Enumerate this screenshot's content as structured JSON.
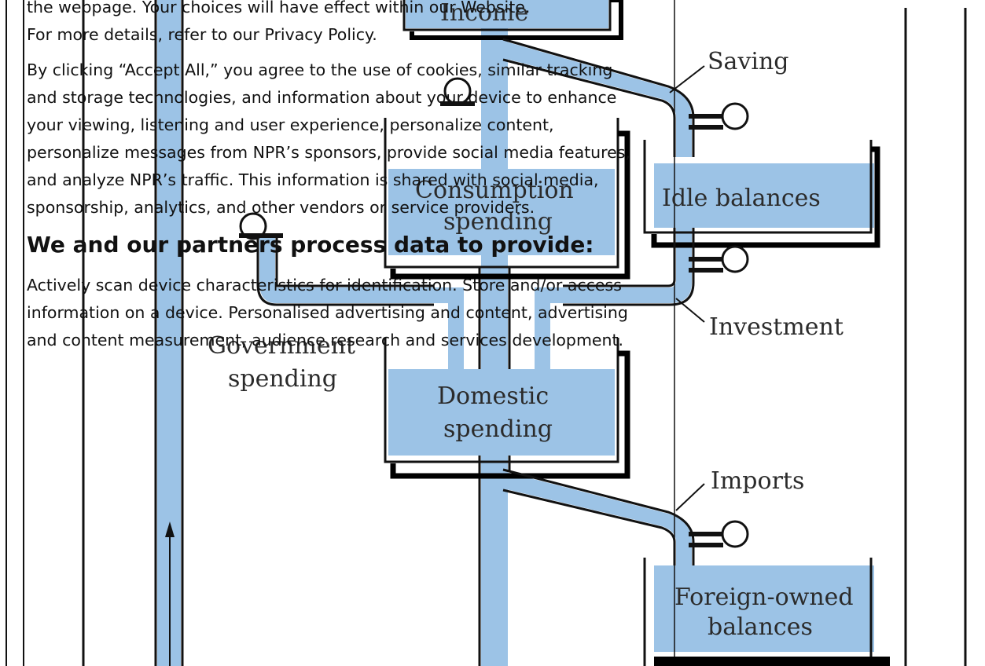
{
  "consent": {
    "paragraph_top_line1": "the webpage. Your choices will have effect within our Website.",
    "paragraph_top_line2_prefix": "For more details, refer to our ",
    "privacy_link": "Privacy Policy",
    "paragraph_top_line2_suffix": ".",
    "paragraph_accept": "By clicking “Accept All,” you agree to the use of cookies, similar tracking and storage technologies, and information about your device to enhance your viewing, listening and user experience, personalize content, personalize messages from NPR’s sponsors, provide social media features, and analyze NPR’s traffic. This information is shared with social media, sponsorship, analytics, and other vendors or service providers.",
    "partners_heading": "We and our partners process data to provide:",
    "partners_text": "Actively scan device characteristics for identification. Store and/or access information on a device. Personalised advertising and content, advertising and content measurement, audience research and services development."
  },
  "illustration": {
    "labels": {
      "saving": "Saving",
      "idle_balances": "Idle balances",
      "consumption_spending_1": "Consumption",
      "consumption_spending_2": "spending",
      "investment": "Investment",
      "government_spending_1": "Government",
      "government_spending_2": "spending",
      "domestic_spending_1": "Domestic",
      "domestic_spending_2": "spending",
      "imports": "Imports",
      "foreign_owned_balances_1": "Foreign-owned",
      "foreign_owned_balances_2": "balances",
      "top_tank_fragment": "Income"
    },
    "colors": {
      "water": "#9cc3e6",
      "ink": "#111111",
      "shadow": "#000000"
    }
  }
}
